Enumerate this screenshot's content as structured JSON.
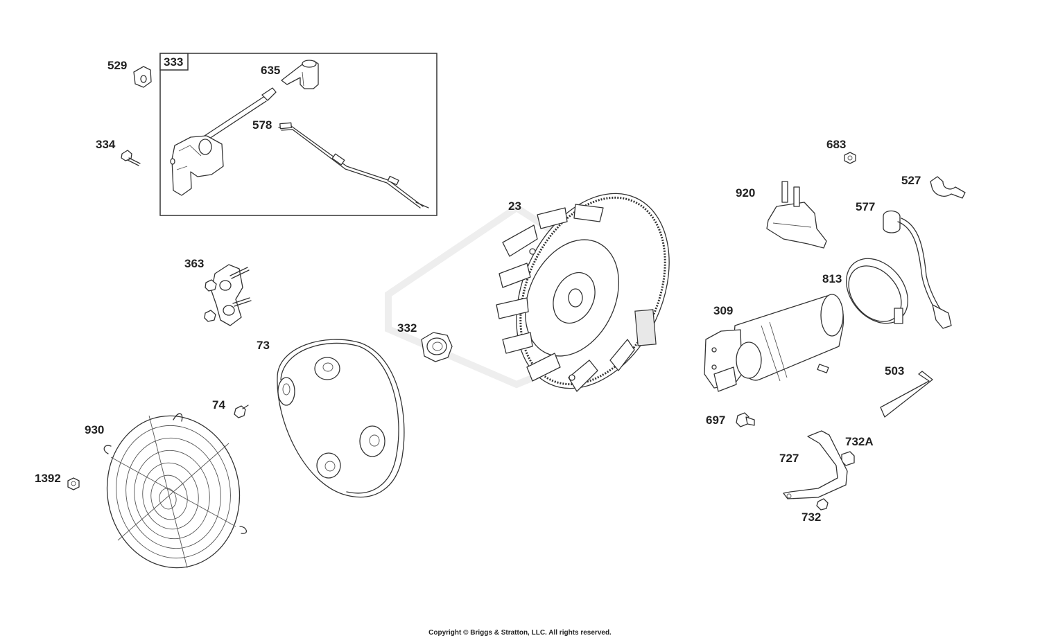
{
  "diagram": {
    "part_labels": {
      "p529": "529",
      "p333": "333",
      "p635": "635",
      "p334": "334",
      "p578": "578",
      "p363": "363",
      "p73": "73",
      "p332": "332",
      "p23": "23",
      "p74": "74",
      "p930": "930",
      "p1392": "1392",
      "p683": "683",
      "p527": "527",
      "p920": "920",
      "p577": "577",
      "p813": "813",
      "p309": "309",
      "p503": "503",
      "p697": "697",
      "p732A": "732A",
      "p727": "727",
      "p732": "732"
    },
    "copyright": "Copyright © Briggs & Stratton, LLC. All rights reserved."
  }
}
